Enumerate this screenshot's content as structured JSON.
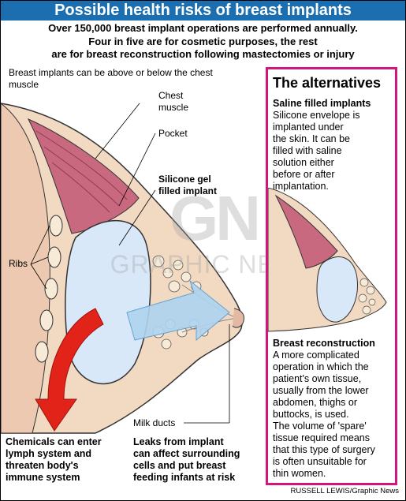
{
  "title": "Possible health risks of breast implants",
  "intro": [
    "Over 150,000 breast implant operations are performed annually.",
    "Four in five are for cosmetic purposes, the rest",
    "are for breast reconstruction following mastectomies or injury"
  ],
  "subtitle": "Breast implants can be above or below the chest muscle",
  "labels": {
    "chest_muscle": [
      "Chest",
      "muscle"
    ],
    "pocket": "Pocket",
    "implant": [
      "Silicone gel",
      "filled implant"
    ],
    "ribs": "Ribs",
    "milk_ducts": "Milk ducts"
  },
  "watermark": {
    "logo": "GN",
    "text": "GRAPHIC NEWS"
  },
  "alternatives": {
    "title": "The alternatives",
    "saline": {
      "heading": "Saline filled implants",
      "lines": [
        "Silicone envelope is",
        "implanted under",
        "the skin. It can be",
        "filled with saline",
        "solution either",
        "before or after",
        "implantation."
      ]
    },
    "reconstruction": {
      "heading": "Breast reconstruction",
      "lines": [
        "A more complicated",
        "operation in which the",
        "patient's own tissue,",
        "usually from the lower",
        "abdomen, thighs or",
        "buttocks, is used.",
        "The volume of 'spare'",
        "tissue required means",
        "that this type of surgery",
        "is often unsuitable for",
        "thin women."
      ]
    }
  },
  "risks": {
    "lymph": [
      "Chemicals can enter",
      "lymph system and",
      "threaten body's",
      "immune system"
    ],
    "leaks": [
      "Leaks from implant",
      "can affect surrounding",
      "cells and put breast",
      "feeding infants at risk"
    ]
  },
  "credit": "RUSSELL LEWIS/Graphic News",
  "colors": {
    "title_bar": "#1b6fb0",
    "box_border": "#d5157e",
    "skin": "#f2d9c2",
    "muscle": "#c9697f",
    "implant": "#d8e8f8",
    "arrow": "#e2231a"
  }
}
